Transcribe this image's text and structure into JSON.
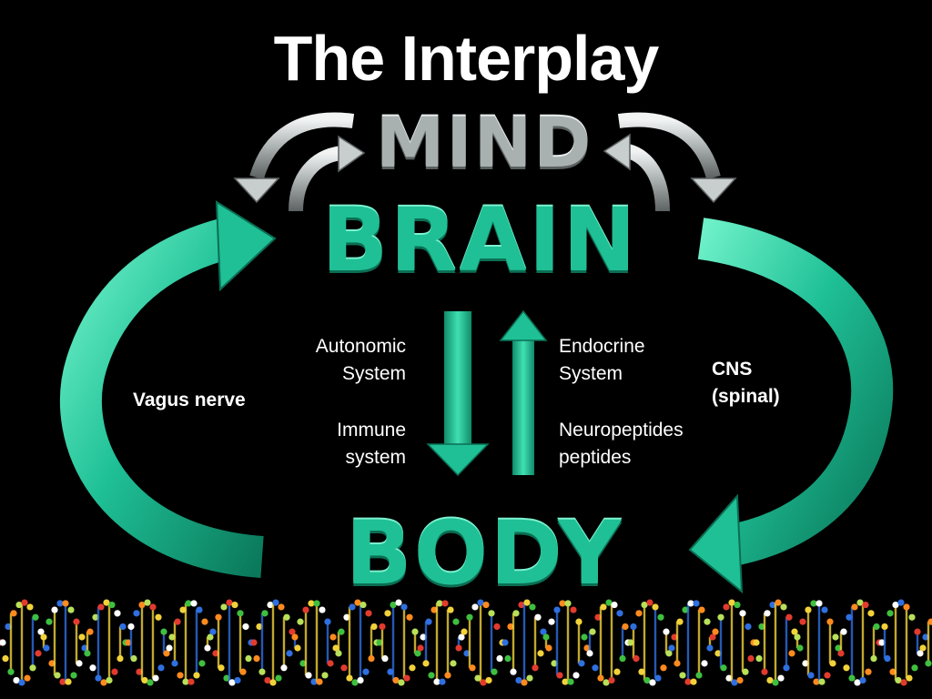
{
  "title": "The Interplay",
  "nodes": {
    "mind": "MIND",
    "brain": "BRAIN",
    "body": "BODY"
  },
  "labels": {
    "autonomic": [
      "Autonomic",
      "System"
    ],
    "immune": [
      "Immune",
      "system"
    ],
    "endocrine": [
      "Endocrine",
      "System"
    ],
    "neuropeptides": [
      "Neuropeptides",
      "peptides"
    ],
    "vagus": "Vagus nerve",
    "cns": [
      "CNS",
      "(spinal)"
    ]
  },
  "colors": {
    "background": "#000000",
    "teal": "#1fc096",
    "teal_light": "#7cf2cf",
    "teal_dark": "#0b6e53",
    "silver": "#a9b1b0",
    "text": "#ffffff"
  },
  "icons": {
    "mind_brain_loops": "curved-silver-arrow",
    "side_loops": "curved-teal-arrow",
    "center_arrows": "straight-teal-arrow",
    "footer": "dna-helix"
  }
}
